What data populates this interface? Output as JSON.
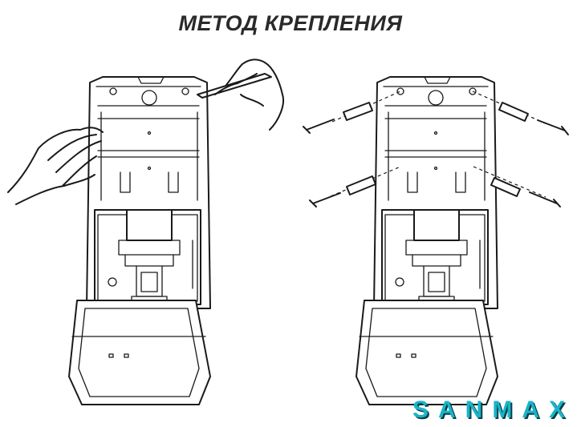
{
  "title": "МЕТОД КРЕПЛЕНИЯ",
  "logo": {
    "text": "SANMAX",
    "color": "#19b4c8",
    "shadow": "#0a3d45"
  },
  "figures": [
    {
      "name": "dispenser-with-hand-and-pencil",
      "icons": [
        "hand-icon",
        "pencil-hand-icon"
      ]
    },
    {
      "name": "dispenser-with-screws-and-dowels",
      "icons": [
        "screw-icon",
        "dowel-icon"
      ]
    }
  ]
}
